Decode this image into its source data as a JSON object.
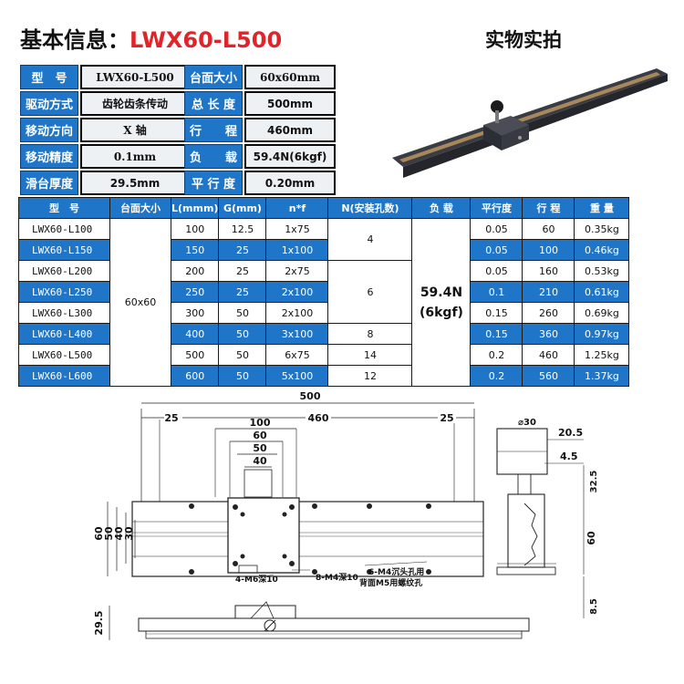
{
  "header": {
    "prefix": "基本信息：",
    "model": "LWX60-L500",
    "photo_label": "实物实拍"
  },
  "colors": {
    "accent_blue": "#1f76c8",
    "title_red": "#e0242a"
  },
  "specs": [
    {
      "label": "型　号",
      "value": "LWX60-L500"
    },
    {
      "label": "驱动方式",
      "value": "齿轮齿条传动"
    },
    {
      "label": "移动方向",
      "value": "X 轴"
    },
    {
      "label": "移动精度",
      "value": "0.1mm"
    },
    {
      "label": "滑台厚度",
      "value": "29.5mm"
    },
    {
      "label": "台面大小",
      "value": "60x60mm"
    },
    {
      "label": "总 长 度",
      "value": "500mm"
    },
    {
      "label": "行　　程",
      "value": "460mm"
    },
    {
      "label": "负　　载",
      "value": "59.4N(6kgf)"
    },
    {
      "label": "平 行 度",
      "value": "0.20mm"
    }
  ],
  "table": {
    "headers": [
      "型　号",
      "台面大小",
      "L(mmm)",
      "G(mm)",
      "n*f",
      "N(安装孔数)",
      "负 载",
      "平行度",
      "行 程",
      "重 量"
    ],
    "stage": "60x60",
    "load_line1": "59.4N",
    "load_line2": "(6kgf)",
    "rows": [
      {
        "model": "LWX60-L100",
        "L": "100",
        "G": "12.5",
        "nf": "1x75",
        "par": "0.05",
        "travel": "60",
        "weight": "0.35kg"
      },
      {
        "model": "LWX60-L150",
        "L": "150",
        "G": "25",
        "nf": "1x100",
        "par": "0.05",
        "travel": "100",
        "weight": "0.46kg"
      },
      {
        "model": "LWX60-L200",
        "L": "200",
        "G": "25",
        "nf": "2x75",
        "par": "0.05",
        "travel": "160",
        "weight": "0.53kg"
      },
      {
        "model": "LWX60-L250",
        "L": "250",
        "G": "25",
        "nf": "2x100",
        "par": "0.1",
        "travel": "210",
        "weight": "0.61kg"
      },
      {
        "model": "LWX60-L300",
        "L": "300",
        "G": "50",
        "nf": "2x100",
        "par": "0.15",
        "travel": "260",
        "weight": "0.69kg"
      },
      {
        "model": "LWX60-L400",
        "L": "400",
        "G": "50",
        "nf": "3x100",
        "par": "0.15",
        "travel": "360",
        "weight": "0.97kg"
      },
      {
        "model": "LWX60-L500",
        "L": "500",
        "G": "50",
        "nf": "6x75",
        "par": "0.2",
        "travel": "460",
        "weight": "1.25kg"
      },
      {
        "model": "LWX60-L600",
        "L": "600",
        "G": "50",
        "nf": "5x100",
        "par": "0.2",
        "travel": "560",
        "weight": "1.37kg"
      }
    ],
    "n_groups": [
      "4",
      "6",
      "8",
      "14",
      "12"
    ]
  },
  "drawing": {
    "dim_500": "500",
    "dim_460": "460",
    "dim_25_left": "25",
    "dim_25_right": "25",
    "dim_100": "100",
    "dim_60": "60",
    "dim_50": "50",
    "dim_40": "40",
    "side_60": "60",
    "side_50": "50",
    "side_40": "40",
    "side_30": "30",
    "note_m6": "4-M6深10",
    "note_m4": "8-M4深10",
    "note_c1": "6-M4沉头孔用",
    "note_c2": "背面M5用螺纹孔",
    "bottom_29_5": "29.5",
    "end_d30": "⌀30",
    "end_20_5": "20.5",
    "end_4_5": "4.5",
    "end_32_5": "32.5",
    "end_60": "60",
    "end_8_5": "8.5"
  }
}
